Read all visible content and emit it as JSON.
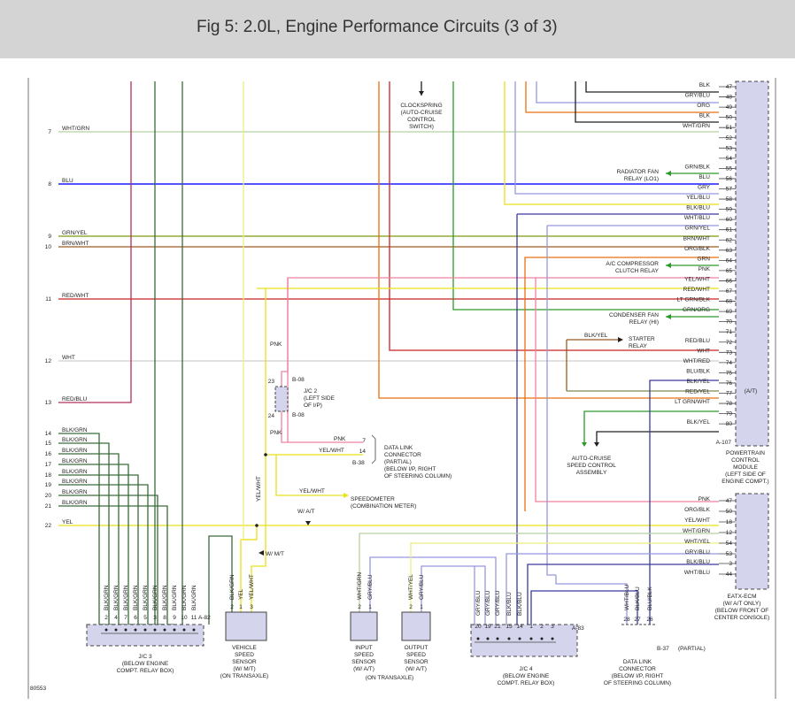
{
  "title": "Fig 5: 2.0L, Engine Performance Circuits (3 of 3)",
  "figure_id": "80553",
  "colors": {
    "BLU": "#1a1aff",
    "RED": "#cc2222",
    "DRED": "#b0305a",
    "GRN": "#2a9a2a",
    "GRNYEL": "#7a9a10",
    "YEL": "#e8e01a",
    "LTYEL": "#eded80",
    "ORG": "#e87010",
    "BRN": "#9a5a20",
    "PNK": "#f080a0",
    "LTGRN": "#a8d8a0",
    "WHT": "#cfcfcf",
    "BLK": "#202020",
    "GRY": "#9a9a9a",
    "LTBLU": "#9898e0",
    "DBLU": "#3a3aa0",
    "DGRN": "#3a6a3a",
    "OLIVE": "#7a8a50",
    "SAGE": "#b8d0a0"
  },
  "left_pins": [
    {
      "num": "7",
      "label": "WHT/GRN"
    },
    {
      "num": "8",
      "label": "BLU"
    },
    {
      "num": "9",
      "label": "GRN/YEL"
    },
    {
      "num": "10",
      "label": "BRN/WHT"
    },
    {
      "num": "11",
      "label": "RED/WHT"
    },
    {
      "num": "12",
      "label": "WHT"
    },
    {
      "num": "13",
      "label": "RED/BLU"
    },
    {
      "num": "14",
      "label": "BLK/GRN"
    },
    {
      "num": "15",
      "label": "BLK/GRN"
    },
    {
      "num": "16",
      "label": "BLK/GRN"
    },
    {
      "num": "17",
      "label": "BLK/GRN"
    },
    {
      "num": "18",
      "label": "BLK/GRN"
    },
    {
      "num": "19",
      "label": "BLK/GRN"
    },
    {
      "num": "20",
      "label": "BLK/GRN"
    },
    {
      "num": "21",
      "label": "BLK/GRN"
    },
    {
      "num": "22",
      "label": "YEL"
    }
  ],
  "pcm_pins": [
    {
      "label": "BLK",
      "num": "47"
    },
    {
      "label": "GRY/BLU",
      "num": "48"
    },
    {
      "label": "ORG",
      "num": "49"
    },
    {
      "label": "BLK",
      "num": "50"
    },
    {
      "label": "WHT/GRN",
      "num": "51"
    },
    {
      "label": "",
      "num": "52"
    },
    {
      "label": "",
      "num": "53"
    },
    {
      "label": "",
      "num": "54"
    },
    {
      "label": "GRN/BLK",
      "num": "55"
    },
    {
      "label": "BLU",
      "num": "56"
    },
    {
      "label": "GRY",
      "num": "57"
    },
    {
      "label": "YEL/BLU",
      "num": "58"
    },
    {
      "label": "BLK/BLU",
      "num": "59"
    },
    {
      "label": "WHT/BLU",
      "num": "60"
    },
    {
      "label": "GRN/YEL",
      "num": "61"
    },
    {
      "label": "BRN/WHT",
      "num": "62"
    },
    {
      "label": "ORG/BLK",
      "num": "63"
    },
    {
      "label": "GRN",
      "num": "64"
    },
    {
      "label": "PNK",
      "num": "65"
    },
    {
      "label": "YEL/WHT",
      "num": "66"
    },
    {
      "label": "RED/WHT",
      "num": "67"
    },
    {
      "label": "LT GRN/BLK",
      "num": "68"
    },
    {
      "label": "GRN/ORG",
      "num": "69"
    },
    {
      "label": "",
      "num": "70"
    },
    {
      "label": "",
      "num": "71"
    },
    {
      "label": "RED/BLU",
      "num": "72"
    },
    {
      "label": "WHT",
      "num": "73"
    },
    {
      "label": "WHT/RED",
      "num": "74"
    },
    {
      "label": "BLU/BLK",
      "num": "75"
    },
    {
      "label": "BLK/YEL",
      "num": "76"
    },
    {
      "label": "RED/YEL",
      "num": "77"
    },
    {
      "label": "LT GRN/WHT",
      "num": "78"
    },
    {
      "label": "",
      "num": "79"
    },
    {
      "label": "BLK/YEL",
      "num": "80"
    }
  ],
  "ecm_pins": [
    {
      "label": "PNK",
      "num": "47"
    },
    {
      "label": "ORG/BLK",
      "num": "50"
    },
    {
      "label": "YEL/WHT",
      "num": "18"
    },
    {
      "label": "WHT/GRN",
      "num": "12"
    },
    {
      "label": "WHT/YEL",
      "num": "54"
    },
    {
      "label": "GRY/BLU",
      "num": "53"
    },
    {
      "label": "BLK/BLU",
      "num": "3"
    },
    {
      "label": "WHT/BLU",
      "num": "44"
    }
  ],
  "pcm": {
    "connector": "A-107",
    "at": "(A/T)",
    "desc": [
      "POWERTRAIN",
      "CONTROL",
      "MODULE",
      "(LEFT SIDE OF",
      "ENGINE COMPT.)"
    ]
  },
  "ecm": {
    "desc": [
      "EATX-ECM",
      "(W/ A/T ONLY)",
      "(BELOW FRONT OF",
      "CENTER CONSOLE)"
    ]
  },
  "clockspring": [
    "CLOCKSPRING",
    "(AUTO-CRUISE",
    "CONTROL",
    "SWITCH)"
  ],
  "radiator_fan": [
    "RADIATOR FAN",
    "RELAY (LO1)"
  ],
  "ac_relay": [
    "A/C COMPRESSOR",
    "CLUTCH RELAY"
  ],
  "condenser_fan": [
    "CONDENSER FAN",
    "RELAY (HI)"
  ],
  "starter": {
    "wire": "BLK/YEL",
    "desc": [
      "STARTER",
      "RELAY"
    ]
  },
  "auto_cruise": [
    "AUTO-CRUISE",
    "SPEED CONTROL",
    "ASSEMBLY"
  ],
  "jc2": {
    "pin_top": "23",
    "pin_bot": "24",
    "conn_top": "B-08",
    "conn_bot": "B-08",
    "desc": [
      "J/C 2",
      "(LEFT SIDE",
      "OF I/P)"
    ]
  },
  "dlc1": {
    "pnk_num": "7",
    "yel_num": "14",
    "conn": "B-38",
    "wire_pnk": "PNK",
    "wire_yel": "YEL/WHT",
    "desc": [
      "DATA LINK",
      "CONNECTOR",
      "(PARTIAL)",
      "(BELOW I/P, RIGHT",
      "OF STEERING COLUMN)"
    ]
  },
  "misc_labels": {
    "pnk_a": "PNK",
    "pnk_b": "PNK",
    "yel_wht_vert": "YEL/WHT",
    "yel_wht_speedo": "YEL/WHT",
    "w_at": "W/ A/T",
    "w_mt": "W/ M/T"
  },
  "speedometer": [
    "SPEEDOMETER",
    "(COMBINATION METER)"
  ],
  "jc3": {
    "conn": "A-82",
    "pins": [
      "2",
      "4",
      "7",
      "6",
      "5",
      "3",
      "8",
      "9",
      "10",
      "11"
    ],
    "wires": [
      "BLK/GRN",
      "BLK/GRN",
      "BLK/GRN",
      "BLK/GRN",
      "BLK/GRN",
      "BLK/GRN",
      "BLK/GRN",
      "BLK/GRN",
      "BLK/GRN",
      "BLK/GRN"
    ],
    "desc": [
      "J/C 3",
      "(BELOW ENGINE",
      "COMPT. RELAY BOX)"
    ]
  },
  "vss": {
    "pins": [
      "2",
      "1",
      "3"
    ],
    "wires": [
      "BLK/GRN",
      "YEL",
      "YEL/WHT"
    ],
    "desc": [
      "VEHICLE",
      "SPEED",
      "SENSOR",
      "(W/ M/T)",
      "(ON TRANSAXLE)"
    ]
  },
  "iss": {
    "pins": [
      "2",
      "1"
    ],
    "wires": [
      "WHT/GRN",
      "GRY/BLU"
    ],
    "desc": [
      "INPUT",
      "SPEED",
      "SENSOR",
      "(W/ A/T)"
    ]
  },
  "oss": {
    "pins": [
      "2",
      "1"
    ],
    "wires": [
      "WHT/YEL",
      "GRY/BLU"
    ],
    "desc": [
      "OUTPUT",
      "SPEED",
      "SENSOR",
      "(W/ A/T)"
    ]
  },
  "transaxle_note": "(ON TRANSAXLE)",
  "jc4": {
    "conn": "A-83",
    "pins": [
      "20",
      "19",
      "21",
      "15",
      "14",
      "1",
      "2",
      "3"
    ],
    "wires": [
      "GRY/BLU",
      "GRY/BLU",
      "GRY/BLU",
      "BLK/BLU",
      "BLK/BLU"
    ],
    "desc": [
      "J/C 4",
      "(BELOW ENGINE",
      "COMPT. RELAY BOX)"
    ]
  },
  "dlc2": {
    "conn": "B-37",
    "partial": "(PARTIAL)",
    "pins": [
      "28",
      "27",
      "26"
    ],
    "wires": [
      "WHT/BLU",
      "BLK/BLU",
      "BLU/BLK"
    ],
    "desc": [
      "DATA LINK",
      "CONNECTOR",
      "(BELOW I/P, RIGHT",
      "OF STEERING COLUMN)"
    ]
  }
}
